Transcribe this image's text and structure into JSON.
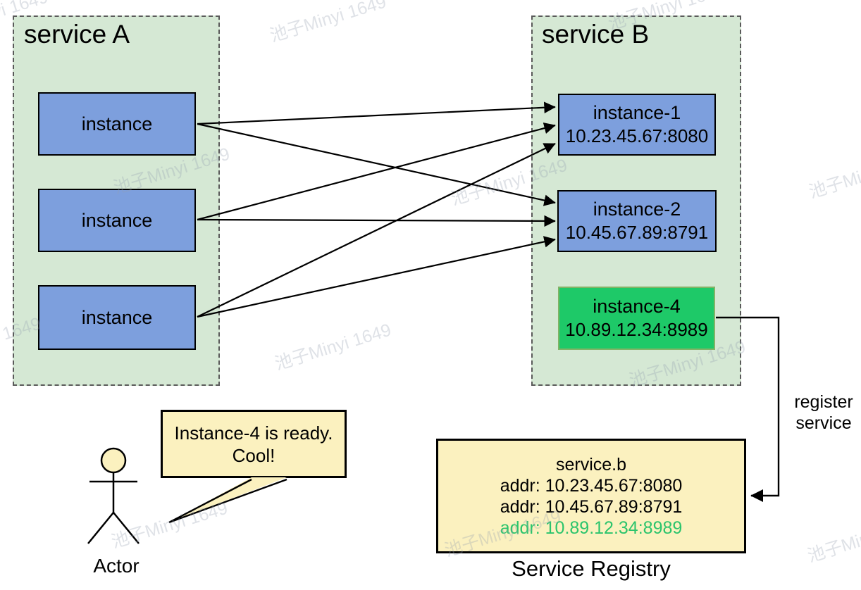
{
  "service_a": {
    "title": "service A",
    "instances": [
      "instance",
      "instance",
      "instance"
    ]
  },
  "service_b": {
    "title": "service B",
    "instances": [
      {
        "name": "instance-1",
        "addr": "10.23.45.67:8080"
      },
      {
        "name": "instance-2",
        "addr": "10.45.67.89:8791"
      },
      {
        "name": "instance-4",
        "addr": "10.89.12.34:8989"
      }
    ]
  },
  "registry": {
    "caption": "Service Registry",
    "entries": [
      "service.b",
      "addr: 10.23.45.67:8080",
      "addr: 10.45.67.89:8791",
      "addr: 10.89.12.34:8989"
    ]
  },
  "speech_bubble": {
    "lines": [
      "Instance-4 is ready.",
      "Cool!"
    ]
  },
  "actor": {
    "label": "Actor"
  },
  "register_label": {
    "lines": [
      "register",
      "service"
    ]
  },
  "watermark": {
    "text": "池子Minyi 1649"
  },
  "colors": {
    "container_fill": "#d5e8d4",
    "instance_blue": "#7d9fdd",
    "instance_green_fill": "#1ec968",
    "instance_green_border": "#82b366",
    "note_yellow": "#fbf1bf",
    "highlight_green_text": "#2bc46c"
  }
}
